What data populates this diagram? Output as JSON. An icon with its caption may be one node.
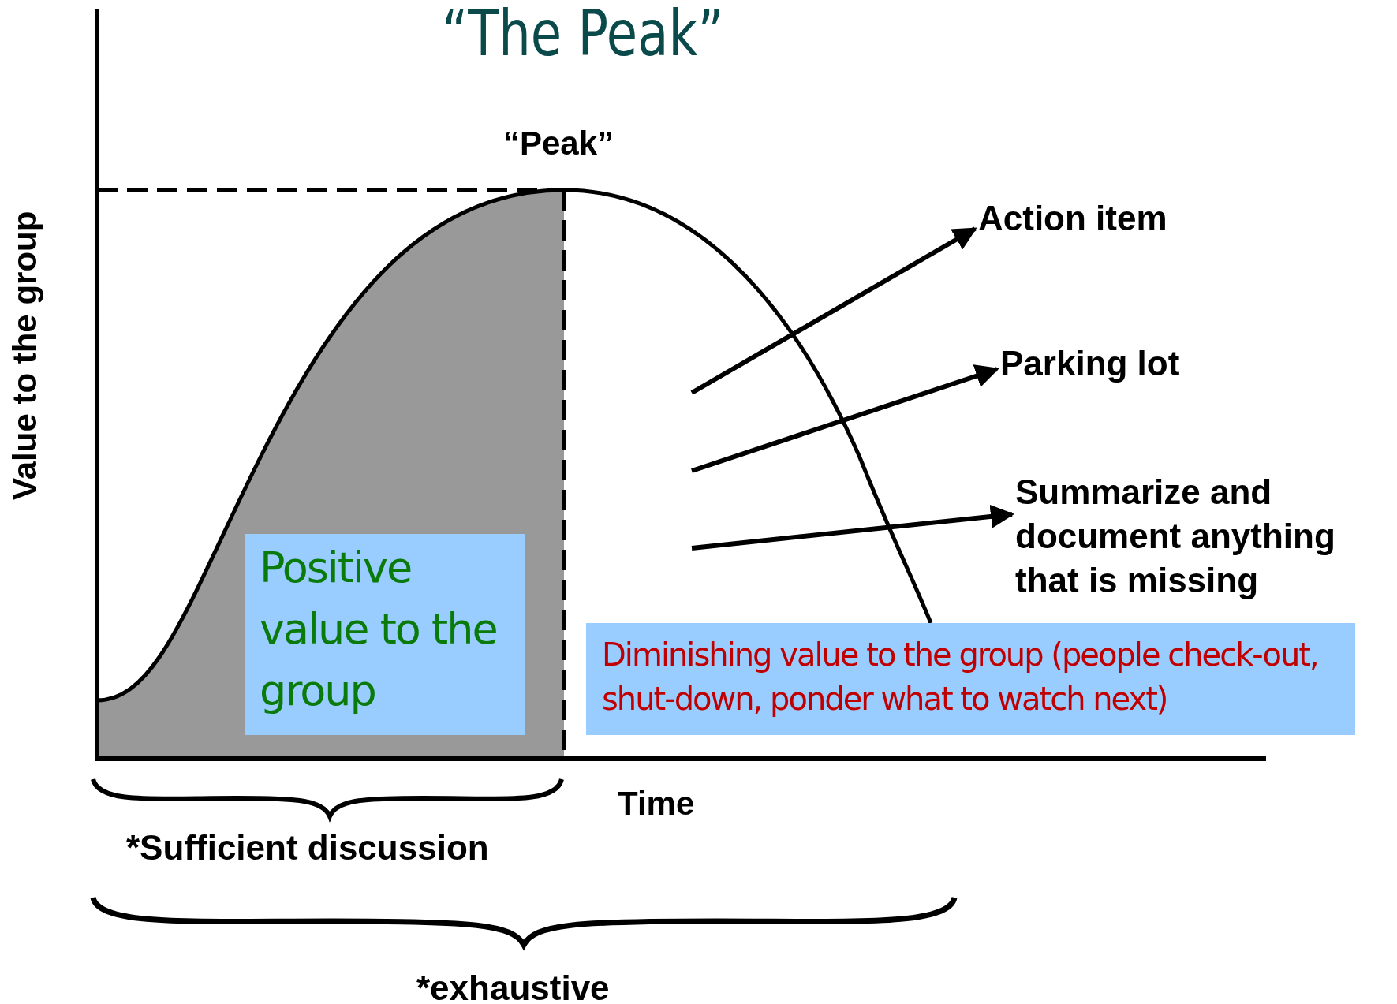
{
  "diagram": {
    "title": "“The Peak”",
    "nodes": [
      {
        "text": [
          "Positive value to the group"
        ]
      },
      {
        "text": [
          "Diminishing value to the group (people check-out, shut-down, ponder what to watch next)"
        ]
      },
      {
        "text": [
          "Action item"
        ]
      },
      {
        "text": [
          "Parking lot"
        ]
      },
      {
        "text": [
          "Summarize and document anything that is missing"
        ]
      }
    ],
    "edges": [
      {
        "from": null,
        "to": 2,
        "arrow": "to"
      },
      {
        "from": null,
        "to": 3,
        "arrow": "to"
      },
      {
        "from": null,
        "to": 4,
        "arrow": "to"
      }
    ],
    "labels": [
      "“Peak”",
      "Value to the group",
      "Time",
      "*Sufficient discussion",
      "*exhaustive"
    ]
  }
}
